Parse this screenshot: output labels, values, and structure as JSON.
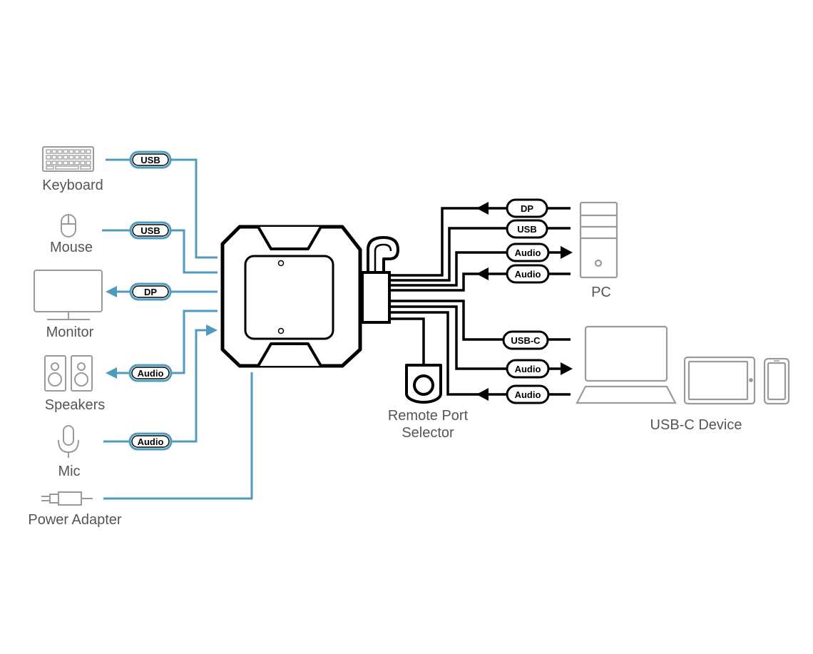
{
  "colors": {
    "left_cable": "#4f9bc0",
    "right_cable": "#000000",
    "device_outline": "#9a9a9a",
    "label_text": "#555555",
    "kvm_body": "#000000"
  },
  "left_devices": {
    "keyboard": {
      "label": "Keyboard",
      "icon": "keyboard-icon",
      "port": "USB"
    },
    "mouse": {
      "label": "Mouse",
      "icon": "mouse-icon",
      "port": "USB"
    },
    "monitor": {
      "label": "Monitor",
      "icon": "monitor-icon",
      "port": "DP"
    },
    "speakers": {
      "label": "Speakers",
      "icon": "speakers-icon",
      "port": "Audio"
    },
    "mic": {
      "label": "Mic",
      "icon": "microphone-icon",
      "port": "Audio"
    },
    "power": {
      "label": "Power Adapter",
      "icon": "power-plug-icon"
    }
  },
  "remote": {
    "label_line1": "Remote Port",
    "label_line2": "Selector",
    "icon": "remote-button-icon"
  },
  "pc": {
    "label": "PC",
    "icon": "pc-tower-icon",
    "ports": {
      "dp": "DP",
      "usb": "USB",
      "audio_out": "Audio",
      "audio_in": "Audio"
    }
  },
  "usbc": {
    "label": "USB-C Device",
    "icons": [
      "laptop-icon",
      "tablet-icon",
      "phone-icon"
    ],
    "ports": {
      "usbc": "USB-C",
      "audio_out": "Audio",
      "audio_in": "Audio"
    }
  }
}
